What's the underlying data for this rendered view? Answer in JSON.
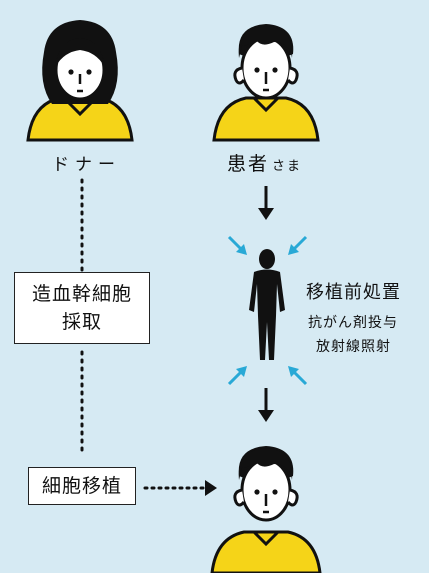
{
  "labels": {
    "donor": "ドナー",
    "patient_main": "患者",
    "patient_honorific": "さま",
    "pretreatment_title": "移植前処置",
    "pretreatment_line1": "抗がん剤投与",
    "pretreatment_line2": "放射線照射"
  },
  "boxes": {
    "harvest_line1": "造血幹細胞",
    "harvest_line2": "採取",
    "transplant": "細胞移植"
  },
  "colors": {
    "background": "#d6eaf3",
    "shirt": "#f5d418",
    "accent_arrows": "#29a9d6",
    "ink": "#111111"
  }
}
